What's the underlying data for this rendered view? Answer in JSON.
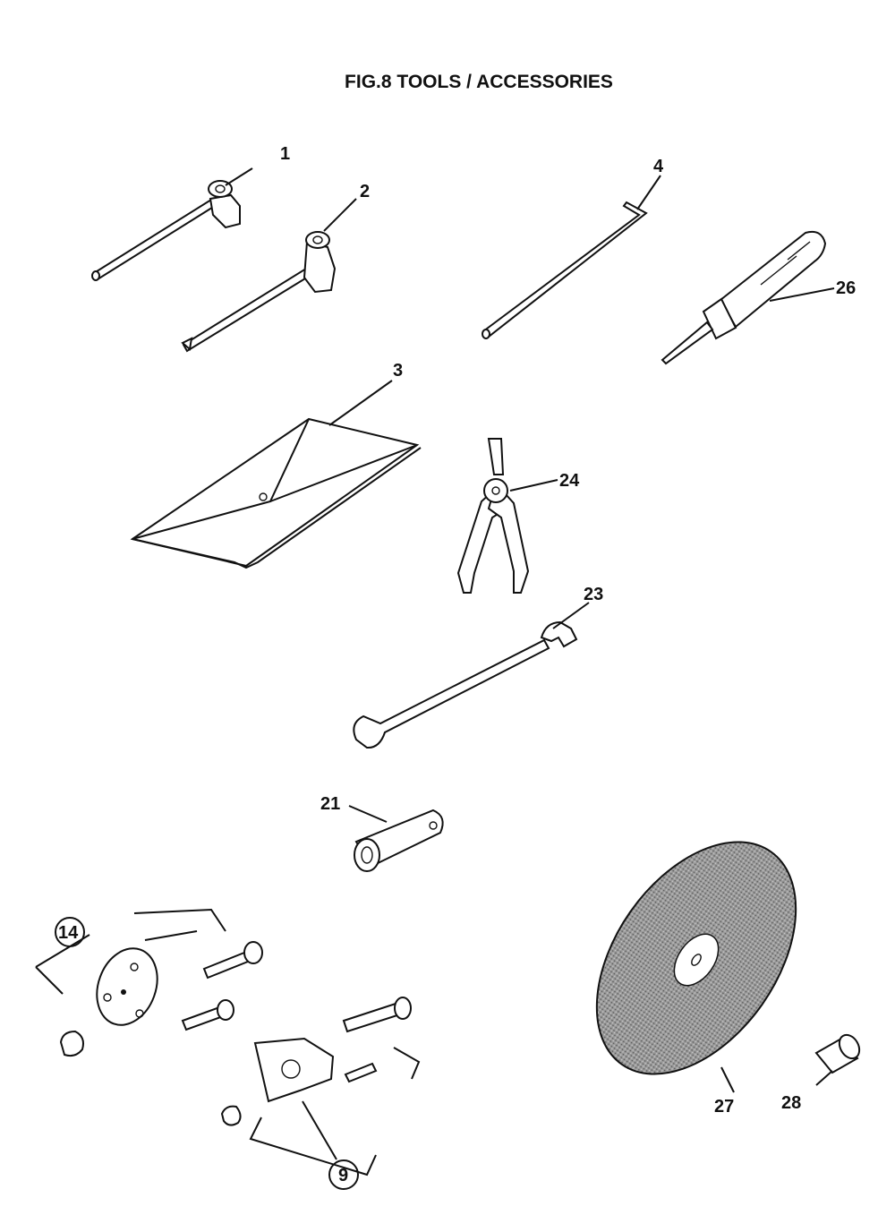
{
  "title": "FIG.8 TOOLS / ACCESSORIES",
  "callouts": [
    {
      "id": "1",
      "name": "callout-1",
      "circled": false
    },
    {
      "id": "2",
      "name": "callout-2",
      "circled": false
    },
    {
      "id": "3",
      "name": "callout-3",
      "circled": false
    },
    {
      "id": "4",
      "name": "callout-4",
      "circled": false
    },
    {
      "id": "26",
      "name": "callout-26",
      "circled": false
    },
    {
      "id": "24",
      "name": "callout-24",
      "circled": false
    },
    {
      "id": "23",
      "name": "callout-23",
      "circled": false
    },
    {
      "id": "21",
      "name": "callout-21",
      "circled": false
    },
    {
      "id": "14",
      "name": "callout-14",
      "circled": true
    },
    {
      "id": "9",
      "name": "callout-9",
      "circled": true
    },
    {
      "id": "27",
      "name": "callout-27",
      "circled": false
    },
    {
      "id": "28",
      "name": "callout-28",
      "circled": false
    }
  ],
  "colors": {
    "ink": "#111111",
    "background": "#ffffff",
    "disc": "#8a8a8a"
  }
}
